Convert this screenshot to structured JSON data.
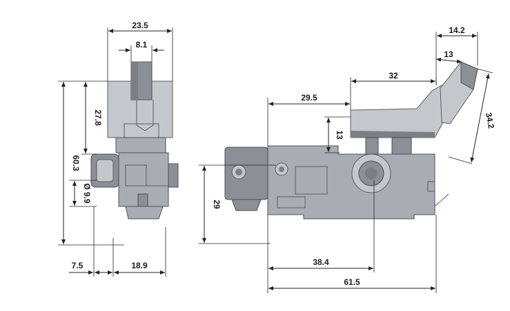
{
  "drawing": {
    "dimensions": {
      "top_width": "23.5",
      "stem_width": "8.1",
      "trigger_height": "27.8",
      "overall_height": "60.3",
      "shaft_diameter": "Ø 9.9",
      "left_offset": "7.5",
      "right_offset": "18.9",
      "side_trigger_top": "14.2",
      "side_trigger_inner": "13",
      "trigger_length": "32",
      "trigger_start": "29.5",
      "trigger_step": "13",
      "trigger_diag": "34.2",
      "body_height": "29",
      "shaft_position": "38.4",
      "overall_length": "61.5"
    },
    "colors": {
      "housing": "#a9adb3",
      "housing_light": "#c4c7cc",
      "housing_dark": "#8c9096",
      "dimension_lines": "#222222"
    }
  }
}
